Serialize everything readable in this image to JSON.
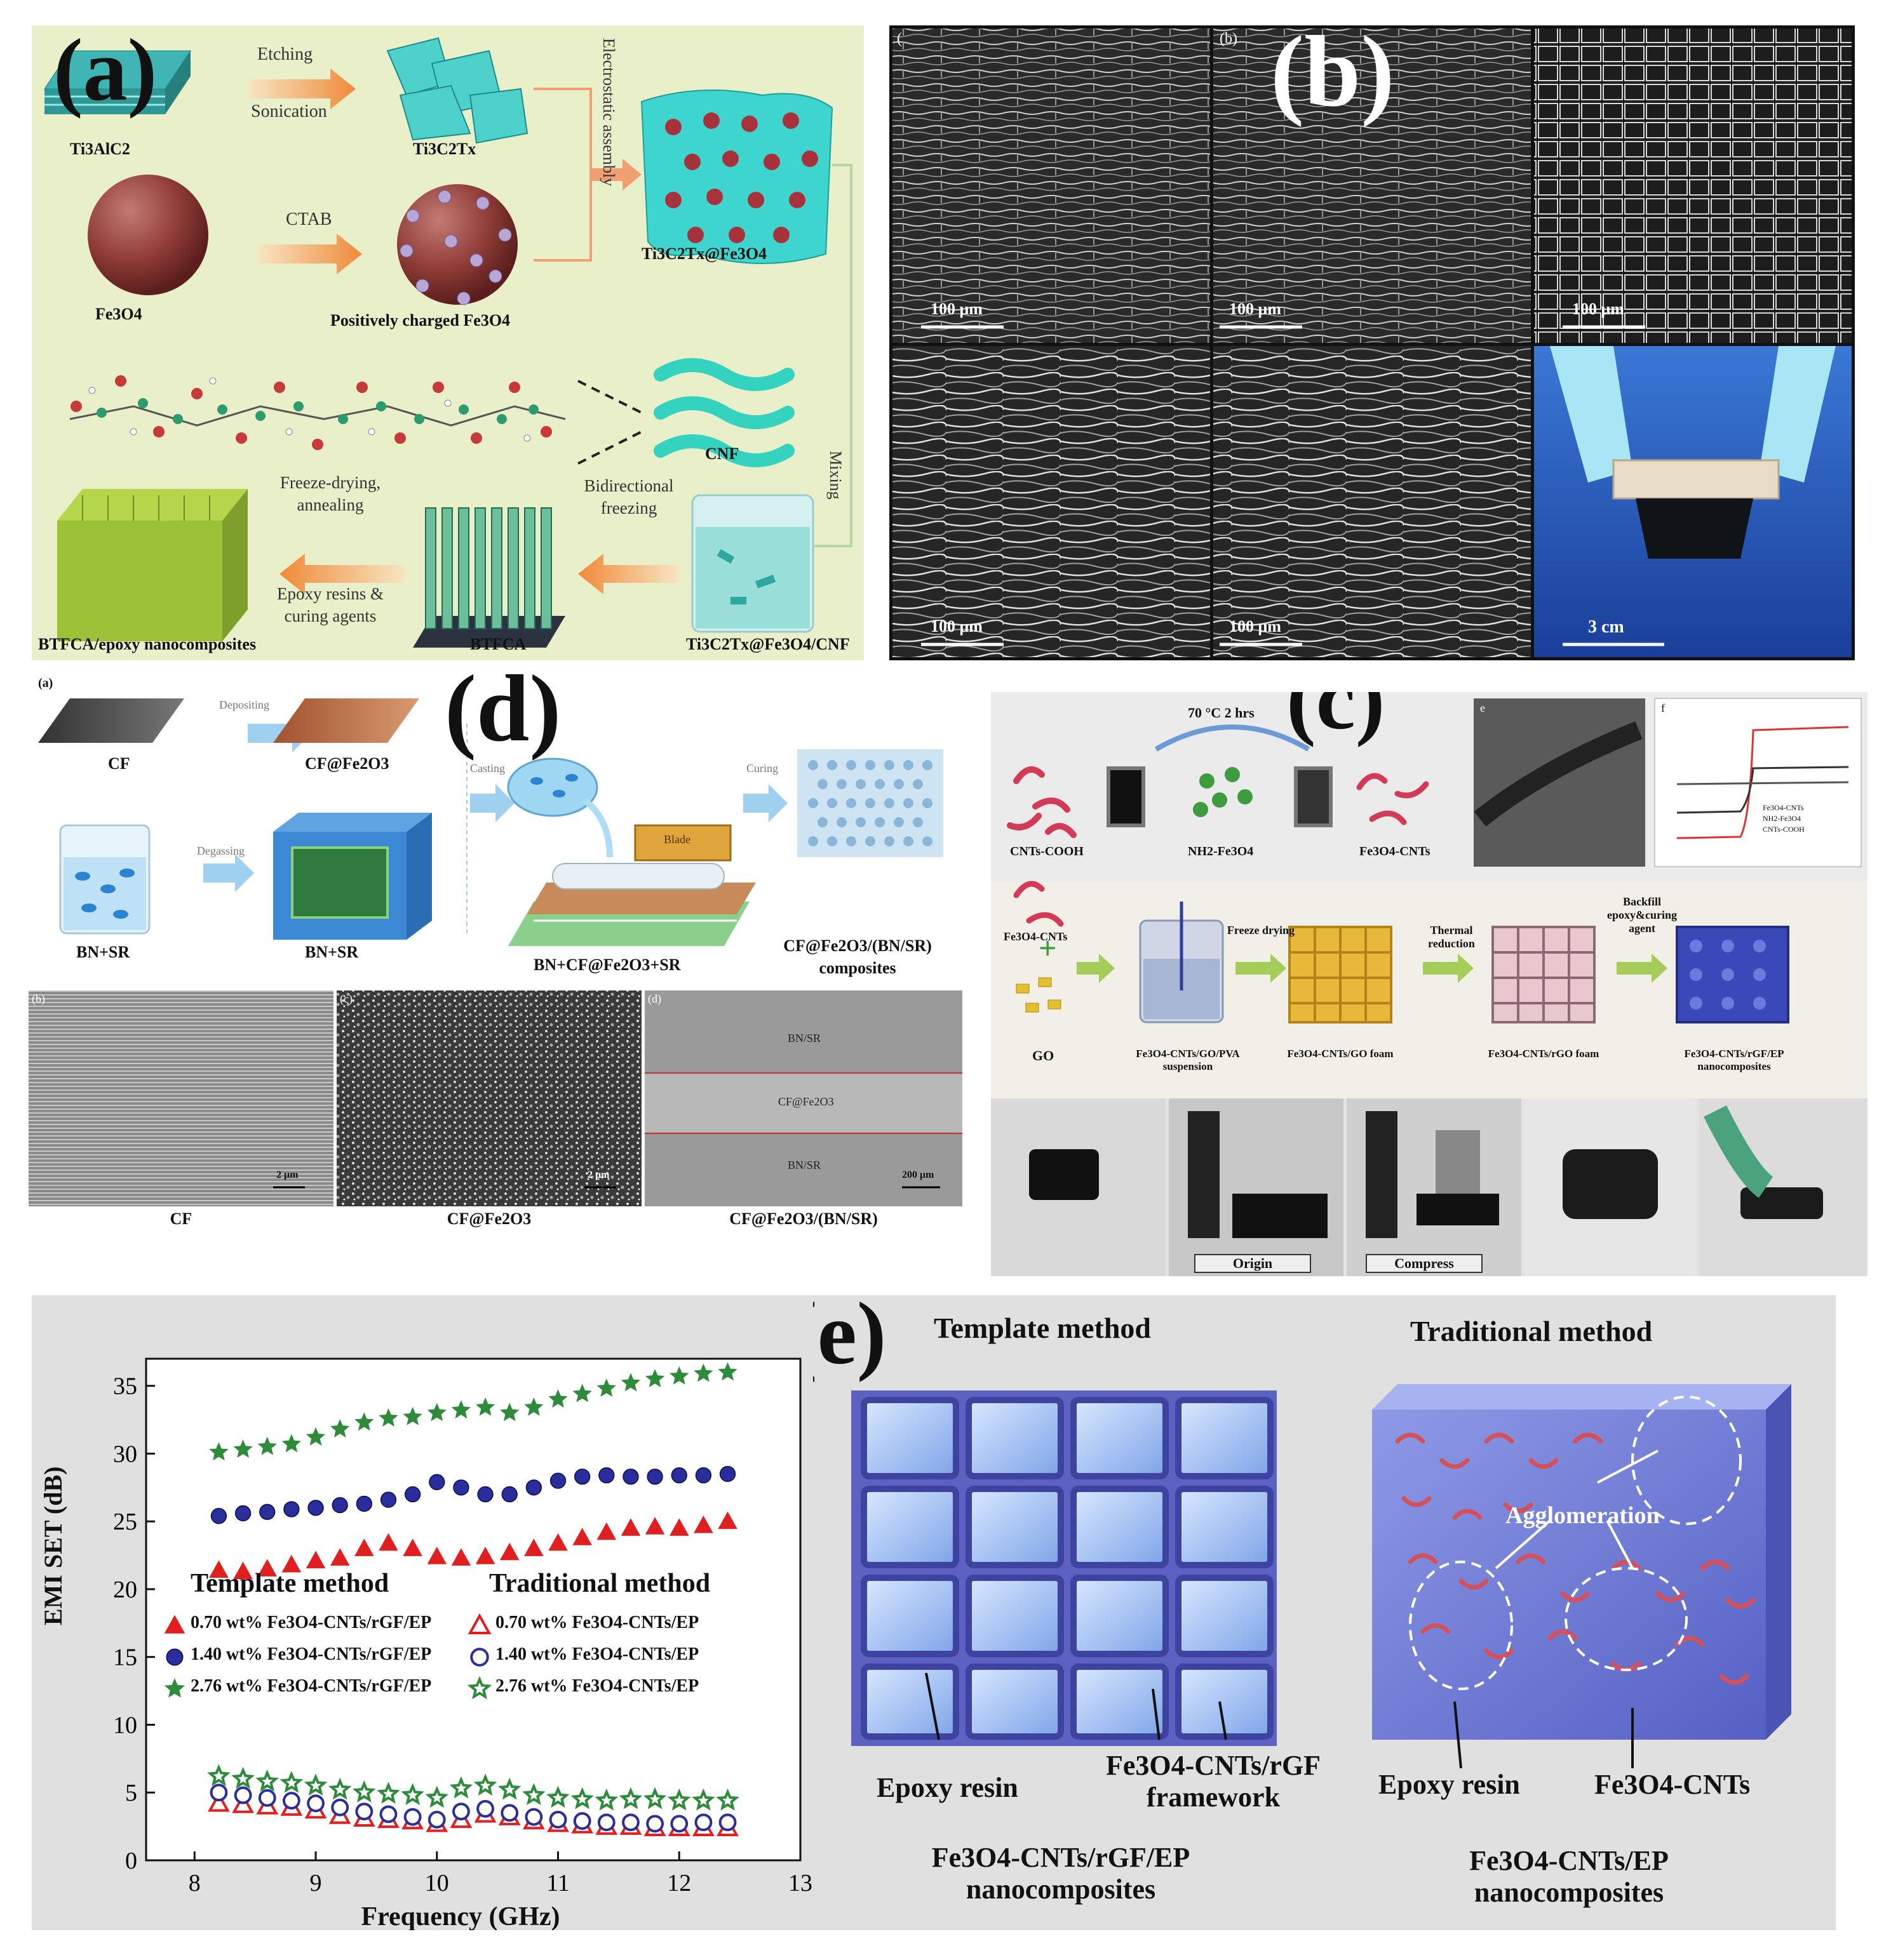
{
  "panels": {
    "a": {
      "label": "(a)",
      "materials": {
        "ti3alc2": "Ti3AlC2",
        "ti3c2tx": "Ti3C2Tx",
        "fe3o4": "Fe3O4",
        "pos_fe3o4": "Positively charged Fe3O4",
        "ti3c2tx_fe3o4": "Ti3C2Tx@Fe3O4",
        "cnf": "CNF",
        "btfca": "BTFCA",
        "btfca_epoxy": "BTFCA/epoxy nanocomposites",
        "mix": "Ti3C2Tx@Fe3O4/CNF"
      },
      "steps": {
        "etching": "Etching",
        "sonication": "Sonication",
        "ctab": "CTAB",
        "electrostatic": "Electrostatic assembly",
        "mixing": "Mixing",
        "bidir1": "Bidirectional",
        "bidir2": "freezing",
        "freeze1": "Freeze-drying,",
        "freeze2": "annealing",
        "epoxy1": "Epoxy resins &",
        "epoxy2": "curing agents"
      }
    },
    "b": {
      "label": "(b)",
      "tags": [
        "(",
        "(b)"
      ],
      "scale_um": "100 μm",
      "scale_cm": "3 cm"
    },
    "c": {
      "label": "(c)",
      "conditions": "70 °C 2 hrs",
      "labels": {
        "cnts_cooh": "CNTs-COOH",
        "nh2_fe3o4": "NH2-Fe3O4",
        "fe3o4_cnts": "Fe3O4-CNTs",
        "fe3o4_cnts_2": "Fe3O4-CNTs",
        "go": "GO",
        "suspension": "Fe3O4-CNTs/GO/PVA suspension",
        "go_foam": "Fe3O4-CNTs/GO foam",
        "rgo_foam": "Fe3O4-CNTs/rGO foam",
        "nanocomp": "Fe3O4-CNTs/rGF/EP nanocomposites",
        "freeze": "Freeze drying",
        "thermal": "Thermal reduction",
        "backfill": "Backfill epoxy&curing agent",
        "origin": "Origin",
        "compress": "Compress",
        "tem_tag": "e",
        "mag_tag": "f"
      },
      "mag_legend": [
        "Fe3O4-CNTs",
        "NH2-Fe3O4",
        "CNTs-COOH"
      ]
    },
    "d": {
      "label": "(d)",
      "labels": {
        "a": "(a)",
        "cf": "CF",
        "cf_fe2o3": "CF@Fe2O3",
        "bn_sr": "BN+SR",
        "bn_sr_2": "BN+SR",
        "bn_cf_sr": "BN+CF@Fe2O3+SR",
        "composites1": "CF@Fe2O3/(BN/SR)",
        "composites2": "composites",
        "depositing": "Depositing",
        "degassing": "Degassing",
        "casting": "Casting",
        "curing": "Curing",
        "blade": "Blade"
      },
      "sem": {
        "tags": [
          "(b)",
          "(c)",
          "(d)"
        ],
        "captions": [
          "CF",
          "CF@Fe2O3",
          "CF@Fe2O3/(BN/SR)"
        ],
        "scales": [
          "2 μm",
          "2 μm",
          "200 μm"
        ],
        "layers": [
          "BN/SR",
          "CF@Fe2O3",
          "BN/SR"
        ]
      }
    },
    "e": {
      "label": "(e)",
      "template_title": "Template method",
      "traditional_title": "Traditional method",
      "epoxy_resin": "Epoxy resin",
      "framework1": "Fe3O4-CNTs/rGF",
      "framework2": "framework",
      "fe3o4_cnts": "Fe3O4-CNTs",
      "agglomeration": "Agglomeration",
      "comp_left1": "Fe3O4-CNTs/rGF/EP",
      "comp_left2": "nanocomposites",
      "comp_right1": "Fe3O4-CNTs/EP",
      "comp_right2": "nanocomposites"
    }
  },
  "chart_data": {
    "type": "scatter",
    "title": "",
    "xlabel": "Frequency (GHz)",
    "ylabel": "EMI SET (dB)",
    "xlim": [
      7.6,
      13
    ],
    "ylim": [
      0,
      37
    ],
    "xticks": [
      8,
      9,
      10,
      11,
      12,
      13
    ],
    "yticks": [
      0,
      5,
      10,
      15,
      20,
      25,
      30,
      35
    ],
    "legend_groups": [
      "Template method",
      "Traditional method"
    ],
    "x": [
      8.2,
      8.4,
      8.6,
      8.8,
      9.0,
      9.2,
      9.4,
      9.6,
      9.8,
      10.0,
      10.2,
      10.4,
      10.6,
      10.8,
      11.0,
      11.2,
      11.4,
      11.6,
      11.8,
      12.0,
      12.2,
      12.4
    ],
    "series": [
      {
        "name": "0.70 wt% Fe3O4-CNTs/rGF/EP",
        "group": "template",
        "marker": "triangle",
        "filled": true,
        "color": "#e02020",
        "values": [
          21.4,
          21.3,
          21.5,
          21.8,
          22.1,
          22.3,
          23.0,
          23.4,
          23.0,
          22.4,
          22.3,
          22.4,
          22.7,
          23.0,
          23.4,
          23.8,
          24.2,
          24.5,
          24.6,
          24.5,
          24.7,
          25.0
        ]
      },
      {
        "name": "1.40 wt% Fe3O4-CNTs/rGF/EP",
        "group": "template",
        "marker": "circle",
        "filled": true,
        "color": "#2a2d9c",
        "values": [
          25.4,
          25.6,
          25.7,
          25.9,
          26.0,
          26.2,
          26.3,
          26.6,
          27.0,
          27.9,
          27.5,
          27.0,
          27.0,
          27.5,
          28.0,
          28.3,
          28.4,
          28.3,
          28.3,
          28.4,
          28.4,
          28.5
        ]
      },
      {
        "name": "2.76 wt% Fe3O4-CNTs/rGF/EP",
        "group": "template",
        "marker": "star",
        "filled": true,
        "color": "#2e8b3a",
        "values": [
          30.1,
          30.3,
          30.5,
          30.7,
          31.2,
          31.8,
          32.3,
          32.6,
          32.7,
          33.0,
          33.2,
          33.4,
          33.0,
          33.4,
          34.0,
          34.4,
          34.8,
          35.2,
          35.5,
          35.7,
          35.9,
          36.0
        ]
      },
      {
        "name": "0.70 wt% Fe3O4-CNTs/EP",
        "group": "traditional",
        "marker": "triangle",
        "filled": false,
        "color": "#e02020",
        "values": [
          4.2,
          4.1,
          4.0,
          3.9,
          3.7,
          3.3,
          3.1,
          3.0,
          2.9,
          2.7,
          3.0,
          3.4,
          3.2,
          2.9,
          2.7,
          2.6,
          2.5,
          2.5,
          2.4,
          2.4,
          2.4,
          2.4
        ]
      },
      {
        "name": "1.40 wt% Fe3O4-CNTs/EP",
        "group": "traditional",
        "marker": "circle",
        "filled": false,
        "color": "#2a2d9c",
        "values": [
          5.0,
          4.8,
          4.6,
          4.4,
          4.2,
          3.9,
          3.6,
          3.4,
          3.2,
          3.0,
          3.6,
          3.8,
          3.5,
          3.2,
          3.0,
          2.9,
          2.8,
          2.8,
          2.7,
          2.7,
          2.8,
          2.8
        ]
      },
      {
        "name": "2.76 wt% Fe3O4-CNTs/EP",
        "group": "traditional",
        "marker": "star",
        "filled": false,
        "color": "#2e8b3a",
        "values": [
          6.2,
          6.0,
          5.8,
          5.7,
          5.5,
          5.2,
          5.0,
          4.9,
          4.8,
          4.6,
          5.3,
          5.5,
          5.2,
          4.8,
          4.6,
          4.5,
          4.4,
          4.5,
          4.5,
          4.4,
          4.4,
          4.4
        ]
      }
    ]
  }
}
